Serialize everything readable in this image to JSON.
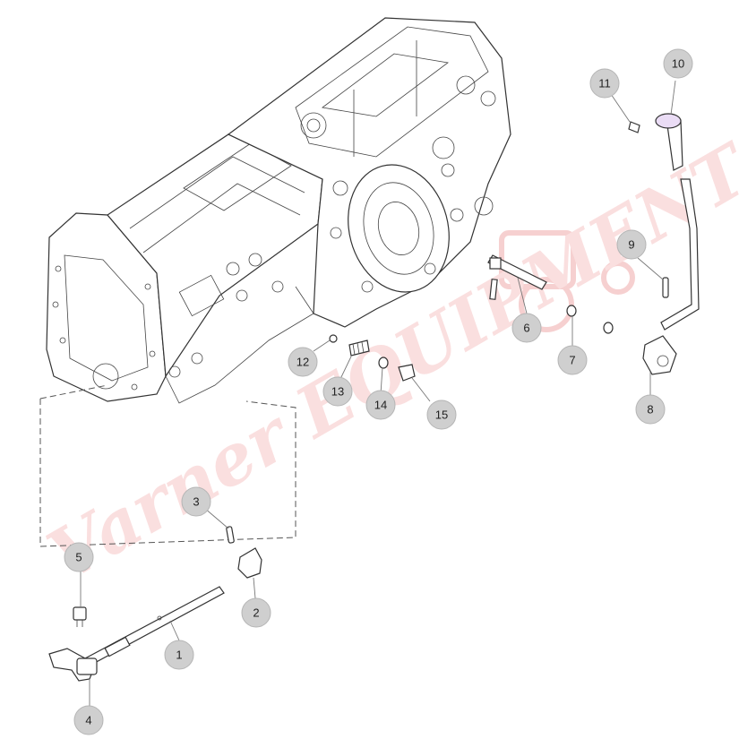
{
  "watermark": "Varner EQUIPMENT",
  "callouts": [
    "1",
    "2",
    "3",
    "4",
    "5",
    "6",
    "7",
    "8",
    "9",
    "10",
    "11",
    "12",
    "13",
    "14",
    "15"
  ]
}
